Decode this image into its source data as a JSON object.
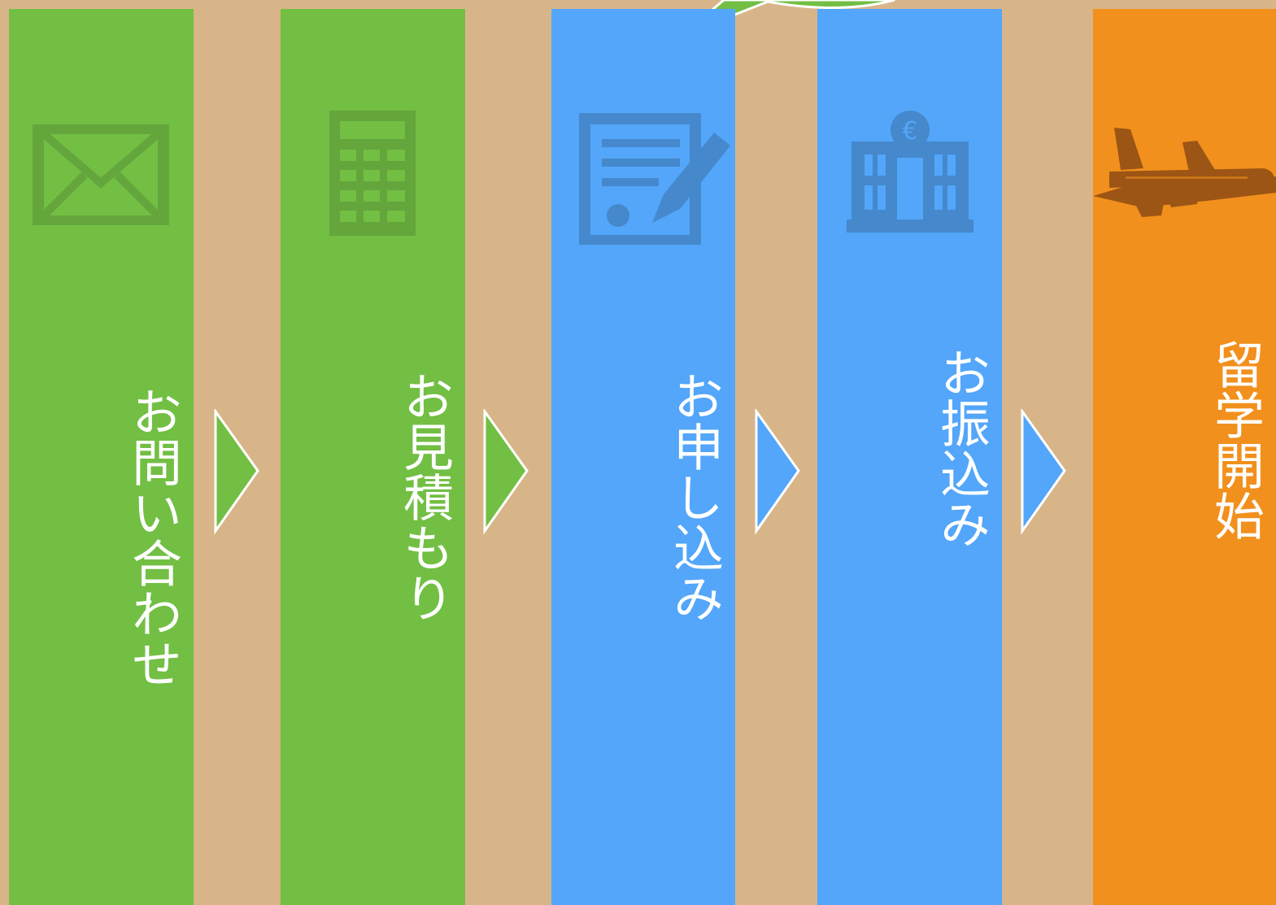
{
  "steps": [
    {
      "label": "お問い合わせ",
      "icon": "envelope-icon",
      "color": "#72bf44"
    },
    {
      "label": "お見積もり",
      "icon": "calculator-icon",
      "color": "#72bf44"
    },
    {
      "label": "お申し込み",
      "icon": "application-form-icon",
      "color": "#53a6f9"
    },
    {
      "label": "お振込み",
      "icon": "bank-euro-icon",
      "color": "#53a6f9"
    },
    {
      "label": "留学開始",
      "icon": "airplane-icon",
      "color": "#f2901d"
    }
  ],
  "colors": {
    "background": "#d8b589",
    "green": "#72bf44",
    "blue": "#53a6f9",
    "orange": "#f2901d",
    "text": "#ffffff"
  }
}
